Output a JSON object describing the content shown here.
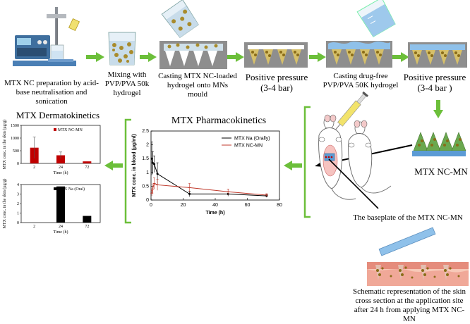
{
  "steps": {
    "s1": "MTX NC preparation  by acid-base neutralisation and sonication",
    "s2": "Mixing with PVP/PVA 50k hydrogel",
    "s3": "Casting MTX NC-loaded hydrogel onto MNs mould",
    "s4": "Positive pressure (3-4 bar)",
    "s5": "Casting drug-free PVP/PVA 50K hydrogel",
    "s6": "Positive pressure (3-4 bar )",
    "s7": "MTX NC-MN",
    "baseplate": "The baseplate of the MTX NC-MN",
    "schematic": "Schematic representation of the skin cross section at the application site after 24 h from applying MTX NC-MN"
  },
  "colors": {
    "arrow_green": "#6cbf3a",
    "bar_red": "#c00000",
    "line_red": "#c0392b",
    "hydrogel_blue": "#5b9bd5",
    "mould_gray": "#9e9e9e",
    "skin_red": "#e8746a"
  },
  "pk_chart": {
    "title": "MTX Pharmacokinetics",
    "ylabel": "MTX conc. in blood (µg/ml)",
    "xlabel": "Time (h)",
    "xticks": [
      "0",
      "20",
      "40",
      "60",
      "80"
    ],
    "yticks": [
      "0",
      "0.5",
      "1",
      "1.5",
      "2",
      "2.5"
    ],
    "legend": [
      "MTX Na (Orally)",
      "MTX NC-MN"
    ]
  },
  "derm_chart": {
    "title": "MTX Dermatokinetics",
    "top": {
      "legend": "MTX NC-MN",
      "ylabel": "MTX conc. in the skin (µg/g)",
      "xlabel": "Time (h)",
      "yticks": [
        "0",
        "500",
        "1000",
        "1500"
      ],
      "xticks": [
        "2",
        "24",
        "72"
      ]
    },
    "bottom": {
      "legend": "MTX Na (Oral)",
      "ylabel": "MTX conc. in the skin (µg/g)",
      "xlabel": "Time (h)",
      "yticks": [
        "0",
        "1",
        "2",
        "3",
        "4"
      ],
      "xticks": [
        "2",
        "24",
        "72"
      ]
    }
  },
  "chart_data": [
    {
      "type": "line",
      "title": "MTX Pharmacokinetics",
      "xlabel": "Time (h)",
      "ylabel": "MTX conc. in blood (µg/ml)",
      "xlim": [
        0,
        80
      ],
      "ylim": [
        0,
        2.5
      ],
      "legend": "top-right",
      "series": [
        {
          "name": "MTX Na (Orally)",
          "x": [
            0.5,
            1,
            2,
            4,
            24,
            48,
            72
          ],
          "y": [
            1.5,
            1.35,
            1.3,
            0.95,
            0.22,
            0.22,
            0.15
          ],
          "err": [
            0.6,
            0.4,
            0.3,
            0.4,
            0.1,
            0.08,
            0.05
          ]
        },
        {
          "name": "MTX NC-MN",
          "x": [
            0.5,
            1,
            2,
            4,
            24,
            48,
            72
          ],
          "y": [
            0.25,
            0.4,
            0.6,
            0.55,
            0.45,
            0.3,
            0.18
          ],
          "err": [
            0.1,
            0.15,
            0.2,
            0.2,
            0.15,
            0.1,
            0.05
          ]
        }
      ]
    },
    {
      "type": "bar",
      "title": "MTX Dermatokinetics",
      "categories": [
        "2",
        "24",
        "72"
      ],
      "series": [
        {
          "name": "MTX NC-MN",
          "values": [
            620,
            320,
            80
          ],
          "err": [
            420,
            130,
            0
          ]
        }
      ],
      "xlabel": "Time (h)",
      "ylabel": "MTX conc. in the skin (µg/g)",
      "ylim": [
        0,
        1500
      ]
    },
    {
      "type": "bar",
      "categories": [
        "2",
        "24",
        "72"
      ],
      "series": [
        {
          "name": "MTX Na (Oral)",
          "values": [
            0,
            3.8,
            0.7
          ],
          "err": [
            0,
            0,
            0
          ]
        }
      ],
      "xlabel": "Time (h)",
      "ylabel": "MTX conc. in the skin (µg/g)",
      "ylim": [
        0,
        4
      ]
    }
  ]
}
